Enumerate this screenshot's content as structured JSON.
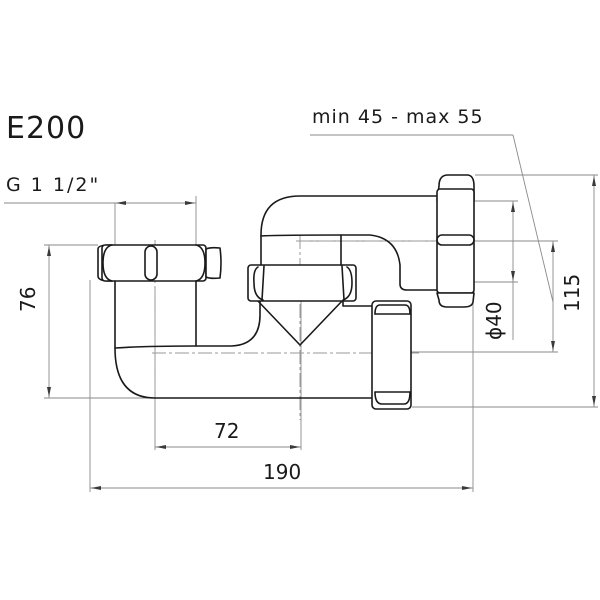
{
  "drawing": {
    "model": "E200",
    "thread_size": "G 1 1/2\"",
    "adjustment_range": "min 45 - max 55",
    "dimensions": {
      "height_inlet": "76",
      "center_offset": "72",
      "overall_length": "190",
      "outlet_diameter": "ϕ40",
      "overall_height": "115"
    },
    "colors": {
      "line": "#1a1a1a",
      "dimension_line": "#8a8a8a",
      "background": "#ffffff"
    }
  }
}
